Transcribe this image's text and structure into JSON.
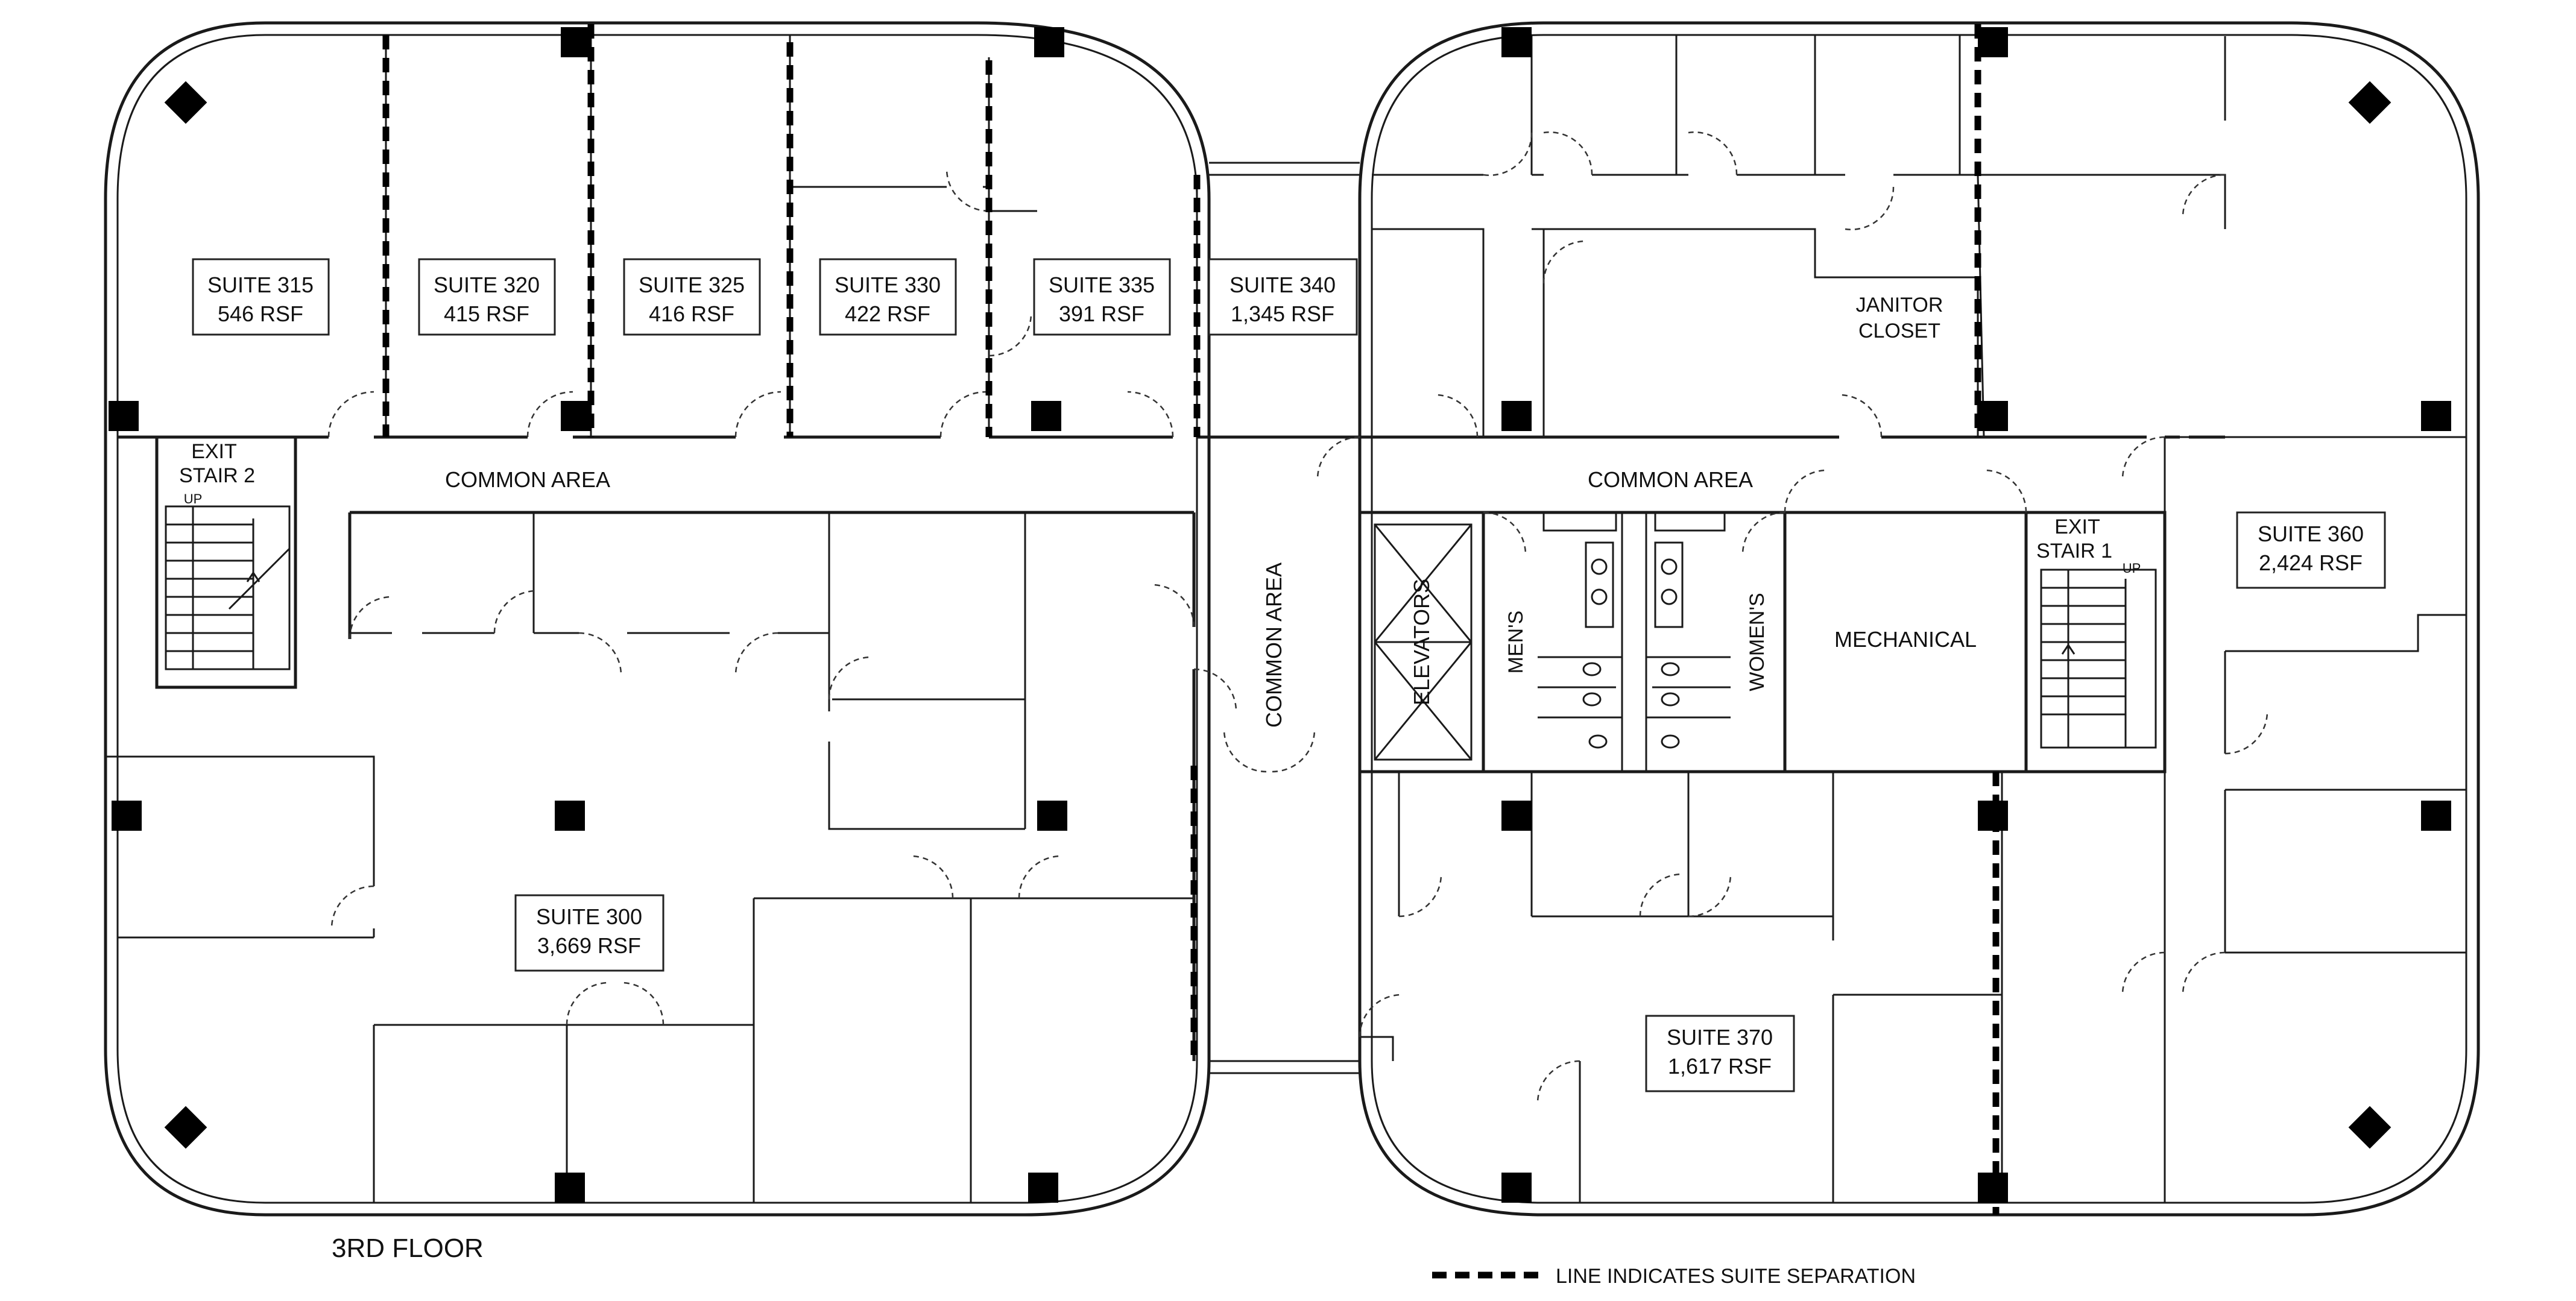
{
  "floor_label": "3RD FLOOR",
  "legend": {
    "text": "LINE INDICATES SUITE SEPARATION"
  },
  "suites": [
    {
      "id": "suite-315",
      "name": "SUITE 315",
      "area": "546 RSF"
    },
    {
      "id": "suite-320",
      "name": "SUITE 320",
      "area": "415 RSF"
    },
    {
      "id": "suite-325",
      "name": "SUITE 325",
      "area": "416 RSF"
    },
    {
      "id": "suite-330",
      "name": "SUITE 330",
      "area": "422 RSF"
    },
    {
      "id": "suite-335",
      "name": "SUITE 335",
      "area": "391 RSF"
    },
    {
      "id": "suite-340",
      "name": "SUITE 340",
      "area": "1,345 RSF"
    },
    {
      "id": "suite-360",
      "name": "SUITE 360",
      "area": "2,424 RSF"
    },
    {
      "id": "suite-300",
      "name": "SUITE 300",
      "area": "3,669 RSF"
    },
    {
      "id": "suite-370",
      "name": "SUITE 370",
      "area": "1,617 RSF"
    }
  ],
  "rooms": {
    "common_area_1": "COMMON AREA",
    "common_area_2": "COMMON AREA",
    "common_area_vertical": "COMMON AREA",
    "elevators": "ELEVATORS",
    "mens": "MEN'S",
    "womens": "WOMEN'S",
    "mechanical": "MECHANICAL",
    "janitor_line1": "JANITOR",
    "janitor_line2": "CLOSET",
    "exit_stair_2_line1": "EXIT",
    "exit_stair_2_line2": "STAIR 2",
    "exit_stair_1_line1": "EXIT",
    "exit_stair_1_line2": "STAIR 1",
    "stair_up": "UP"
  }
}
